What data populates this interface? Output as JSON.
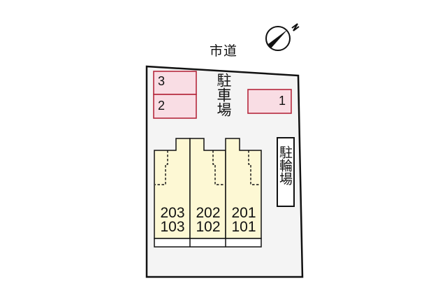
{
  "road": {
    "label": "市道"
  },
  "compass": {
    "north_label": "N",
    "icon": "north-arrow-icon"
  },
  "parking": {
    "label": "駐車場",
    "spaces": [
      {
        "number": "3"
      },
      {
        "number": "2"
      },
      {
        "number": "1"
      }
    ],
    "fill_color": "#f9dde4",
    "border_color": "#b5283c"
  },
  "bicycle_parking": {
    "label": "駐輪場"
  },
  "building": {
    "fill_color": "#fdf8d4",
    "units": [
      {
        "upper": "203",
        "lower": "103"
      },
      {
        "upper": "202",
        "lower": "102"
      },
      {
        "upper": "201",
        "lower": "101"
      }
    ]
  },
  "lot": {
    "fill_color": "#f4f4f4",
    "border_color": "#111111"
  }
}
